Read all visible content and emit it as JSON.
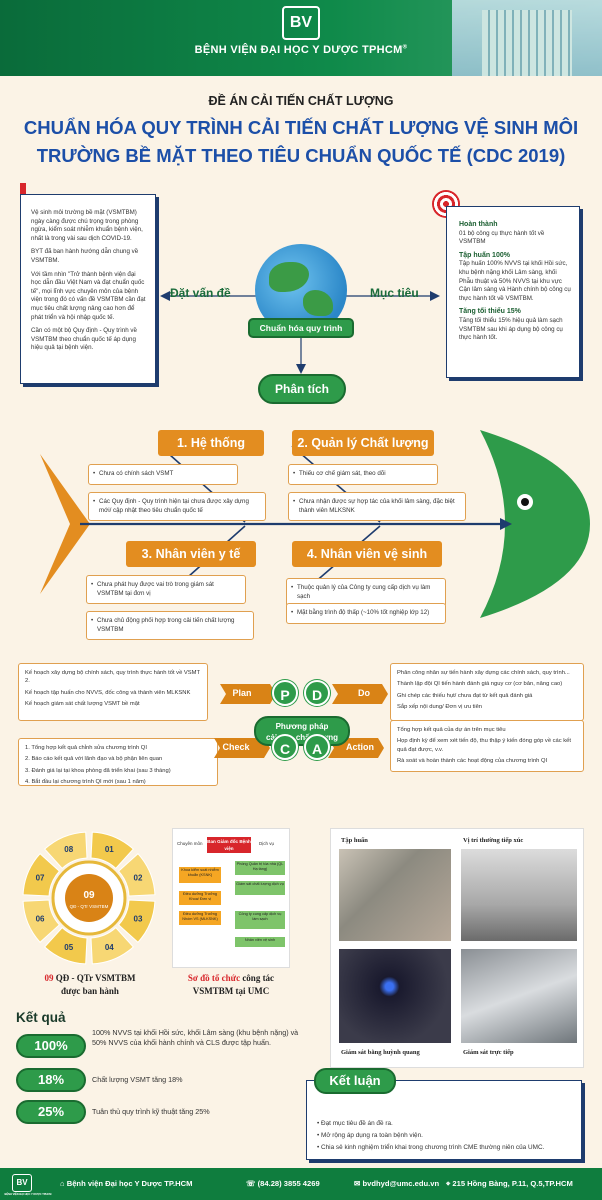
{
  "header": {
    "logo_text": "BV",
    "hospital_name": "BỆNH VIỆN ĐẠI HỌC Y DƯỢC TPHCM",
    "registered": "®"
  },
  "title": {
    "kicker": "ĐỀ ÁN CẢI TIẾN CHẤT LƯỢNG",
    "line1": "CHUẨN HÓA QUY TRÌNH CẢI TIẾN CHẤT LƯỢNG VỆ SINH MÔI",
    "line2": "TRƯỜNG BỀ MẶT THEO TIÊU CHUẨN QUỐC TẾ (CDC 2019)"
  },
  "problem": {
    "label": "Đặt vấn đề",
    "paragraphs": [
      "Vệ sinh môi trường bề mặt (VSMTBM) ngày càng được chú trọng trong phòng ngừa, kiểm soát nhiễm khuẩn bệnh viện, nhất là trong vài sau dịch COVID-19.",
      "BYT đã ban hành hướng dẫn chung về VSMTBM.",
      "Với tầm nhìn \"Trở thành bệnh viện đại học dẫn đầu Việt Nam và đạt chuẩn quốc tế\", mọi lĩnh vực chuyên môn của bệnh viện trong đó có vấn đề VSMTBM cần đạt mục tiêu chất lượng nâng cao hơn để phát triển và hội nhập quốc tế.",
      "Cần có một bộ Quy định - Quy trình về VSMTBM theo chuẩn quốc tế áp dụng hiệu quả tại bệnh viện."
    ]
  },
  "objectives": {
    "label": "Mục tiêu",
    "items": [
      {
        "heading": "Hoàn thành",
        "text": "01 bộ công cụ thực hành tốt về VSMTBM"
      },
      {
        "heading": "Tập huấn 100%",
        "text": "Tập huấn 100% NVVS tại khối Hồi sức, khu bệnh nặng khối Lâm sàng, khối Phẫu thuật và 50% NVVS tại khu vực Cận lâm sàng và Hành chính bộ công cụ thực hành tốt về VSMTBM."
      },
      {
        "heading": "Tăng tối thiểu 15%",
        "text": "Tăng tối thiểu 15% hiệu quả làm sạch VSMTBM sau khi áp dụng bộ công cụ thực hành tốt."
      }
    ]
  },
  "center": {
    "standardize": "Chuẩn hóa quy trình",
    "analyze": "Phân tích"
  },
  "fishbone": {
    "cat1": "1. Hệ thống",
    "cat2": "2. Quản lý Chất lượng",
    "cat3": "3. Nhân viên y tế",
    "cat4": "4. Nhân viên vệ sinh",
    "c1a": "Chưa có chính sách VSMT",
    "c1b": "Các Quy định - Quy trình hiện tại chưa được xây dựng mới/ cập nhật theo tiêu chuẩn quốc tế",
    "c2a": "Thiếu cơ chế giám sát, theo dõi",
    "c2b": "Chưa nhận được sự hợp tác của khối lâm sàng, đặc biệt thành viên MLKSNK",
    "c3a": "Chưa phát huy được vai trò trong giám sát VSMTBM tại đơn vị",
    "c3b": "Chưa chủ động phối hợp trong cải tiến chất lượng VSMTBM",
    "c4a": "Thuộc quản lý của Công ty cung cấp dịch vụ làm sạch",
    "c4b": "Mặt bằng trình độ thấp (~10% tốt nghiệp lớp 12)"
  },
  "pdca": {
    "plan_label": "Plan",
    "do_label": "Do",
    "check_label": "Check",
    "action_label": "Action",
    "p": "P",
    "d": "D",
    "c": "C",
    "a": "A",
    "method_line1": "Phương pháp",
    "method_line2": "cải tiến chất lượng",
    "plan_items": [
      "Kế hoạch xây dựng bộ chính sách, quy trình thực hành tốt về VSMT 2.",
      "Kế hoạch tập huấn cho NVVS, đốc công và thành viên MLKSNK",
      "Kế hoạch giám sát chất lượng VSMT bề mặt"
    ],
    "do_items": [
      "Phân công nhân sự tiến hành xây dựng các chính sách, quy trình...",
      "Thành lập đội QI tiến hành đánh giá nguy cơ (cơ bản, nâng cao)",
      "Ghi chép các thiếu hụt/ chưa đạt từ kết quả đánh giá",
      "Sắp xếp nội dung/ Đơn vị ưu tiên"
    ],
    "check_items": [
      "1. Tổng hợp kết quả chỉnh sửa chương trình QI",
      "2. Báo cáo kết quả với lãnh đạo và bộ phận liên quan",
      "3. Đánh giá lại tại khoa phòng đã triển khai (sau 3 tháng)",
      "4. Bắt đầu lại chương trình QI mới (sau 1 năm)"
    ],
    "action_items": [
      "Tổng hợp kết quả của dự án trên mục tiêu",
      "Họp định kỳ để xem xét tiến độ, thu thập ý kiến đóng góp về các kết quả đạt được, v.v.",
      "Rà soát và hoàn thành các hoạt động của chương trình QI"
    ]
  },
  "figures": {
    "cycle_center_num": "09",
    "cycle_center_text": "QĐ - QTr VSMTBM",
    "cycle_labels": [
      "01",
      "02",
      "03",
      "04",
      "05",
      "06",
      "07",
      "08"
    ],
    "cycle_caption_num": "09",
    "cycle_caption_rest": " QĐ - QTr VSMTBM",
    "cycle_caption_line2": "được ban hành",
    "org_caption_red": "Sơ đồ tổ chức",
    "org_caption_rest": " công tác",
    "org_caption_line2": "VSMTBM tại UMC",
    "org_top_left": "Chuyên môn",
    "org_top_box": "Ban Giám đốc Bệnh viện",
    "org_top_right": "Dịch vụ",
    "org_left_boxes": [
      "Khoa kiểm soát nhiễm khuẩn (KSNK)",
      "Điều dưỡng Trưởng Khoa/ Đơn vị",
      "Điều dưỡng Trưởng Nhóm VS (MLKSNK)"
    ],
    "org_right_boxes": [
      "Phòng Quản trị tòa nhà (QL Hạ tầng)",
      "Giám sát chất lượng dịch vụ",
      "Công ty cung cấp dịch vụ làm sạch",
      "Nhân viên vệ sinh"
    ],
    "photo1_caption": "Tập huấn",
    "photo2_caption": "Vị trí thường tiếp xúc",
    "photo3_caption": "Giám sát bằng huỳnh quang",
    "photo4_caption": "Giám sát trực tiếp"
  },
  "results": {
    "heading": "Kết quả",
    "items": [
      {
        "value": "100%",
        "text": "100% NVVS tại khối Hồi sức, khối Lâm sàng (khu bệnh nặng) và 50% NVVS của khối hành chính và CLS được tập huấn."
      },
      {
        "value": "18%",
        "text": "Chất lượng VSMT tăng 18%"
      },
      {
        "value": "25%",
        "text": "Tuân thủ quy trình kỹ thuật tăng 25%"
      }
    ]
  },
  "conclusion": {
    "heading": "Kết luận",
    "items": [
      "Đạt mục tiêu đề án đề ra.",
      "Mở rộng áp dụng ra toàn bệnh viện.",
      "Chia sẻ kinh nghiệm triển khai trong chương trình CME thường niên của UMC."
    ]
  },
  "footer": {
    "name": "Bệnh viện Đại học Y Dược TP.HCM",
    "phone": "(84.28) 3855 4269",
    "email": "bvdhyd@umc.edu.vn",
    "address": "215 Hồng Bàng, P.11, Q.5,TP.HCM",
    "logo_text": "BV",
    "logo_caption": "BỆNH VIỆN ĐẠI HỌC Y DƯỢC TPHCM"
  }
}
